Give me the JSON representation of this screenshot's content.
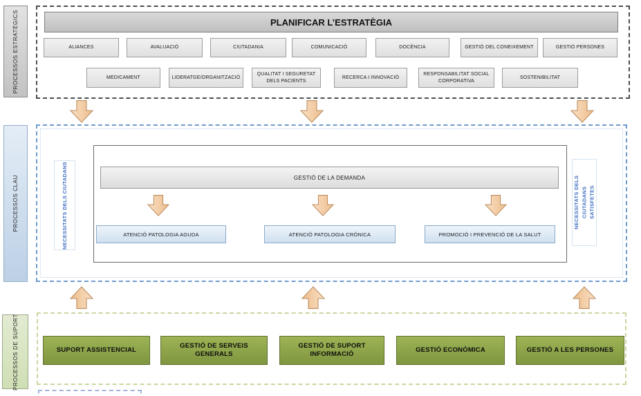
{
  "strategic": {
    "label": "PROCESSOS ESTRATÈGICS",
    "header": "PLANIFICAR L’ESTRATÈGIA",
    "row1": [
      "ALIANCES",
      "AVALUACIÓ",
      "CIUTADANIA",
      "COMUNICACIÓ",
      "DOCÈNCIA",
      "GESTIÓ DEL CONEIXEMENT",
      "GESTIÓ PERSONES"
    ],
    "row2": [
      "MEDICAMENT",
      "LIDERATGE/ORGANITZACIÓ",
      "QUALITAT I SEGURETAT\nDELS PACIENTS",
      "RECERCA I INNOVACIÓ",
      "RESPONSABILITAT SOCIAL\nCORPORATIVA",
      "SOSTENIBILITAT"
    ]
  },
  "key": {
    "label": "PROCESSOS CLAU",
    "left_note": "NECESSITATS DELS CIUTADANS",
    "right_note": "NECESSITATS DELS CIUTADANS\nSATISFETES",
    "demand_bar": "GESTIÓ DE LA DEMANDA",
    "processes": [
      "ATENCIÓ PATOLOGIA AGUDA",
      "ATENCIÓ PATOLOGIA CRÒNICA",
      "PROMOCIÓ I PREVENCIÓ DE LA SALUT"
    ]
  },
  "support": {
    "label": "PROCESSOS DE SUPORT",
    "processes": [
      "SUPORT ASSISTENCIAL",
      "GESTIÓ DE SERVEIS GENERALS",
      "GESTIÓ DE SUPORT\nINFORMACIÓ",
      "GESTIÓ ECONÒMICA",
      "GESTIÓ A LES PERSONES"
    ]
  },
  "colors": {
    "strategic_gray": "#d9d9d9",
    "key_blue": "#dce6f1",
    "key_dashed_border": "#6f9ace",
    "support_green_box": "#8ea649",
    "support_dashed_border": "#c9d7a0",
    "arrow_fill": "#f5cda6",
    "arrow_border": "#bb8d60",
    "note_text_blue": "#4472c4"
  }
}
